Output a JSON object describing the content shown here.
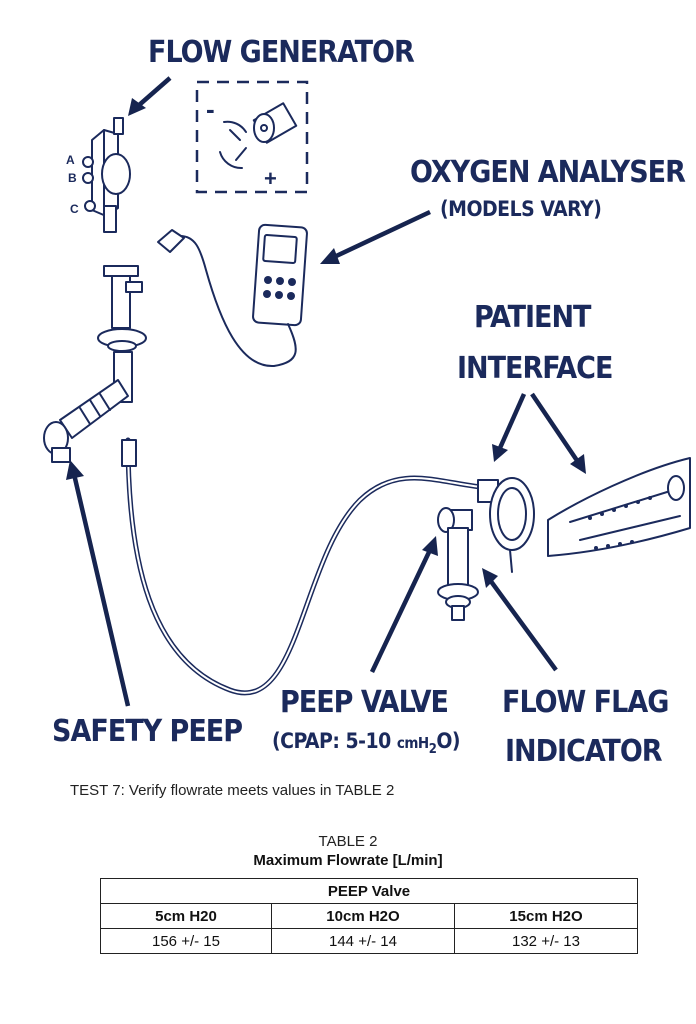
{
  "labels": {
    "flow_generator": "FLOW GENERATOR",
    "oxygen_analyser": "OXYGEN ANALYSER",
    "models_vary": "(MODELS VARY)",
    "patient_interface_1": "PATIENT",
    "patient_interface_2": "INTERFACE",
    "safety_peep": "SAFETY PEEP",
    "peep_valve": "PEEP VALVE",
    "cpap_range_pre": "(CPAP: 5-10 ",
    "cpap_range_unit": "cmH",
    "cpap_range_sub": "2",
    "cpap_range_post": "O)",
    "flow_flag_1": "FLOW FLAG",
    "flow_flag_2": "INDICATOR",
    "knob_minus": "-",
    "knob_plus": "+",
    "port_a": "A",
    "port_b": "B",
    "port_c": "C"
  },
  "caption": "TEST 7: Verify flowrate meets values in TABLE 2",
  "table": {
    "title": "TABLE 2",
    "subtitle": "Maximum Flowrate [L/min]",
    "group_header": "PEEP Valve",
    "columns": [
      "5cm H20",
      "10cm H2O",
      "15cm H2O"
    ],
    "values": [
      "156 +/- 15",
      "144 +/- 14",
      "132 +/- 13"
    ]
  }
}
